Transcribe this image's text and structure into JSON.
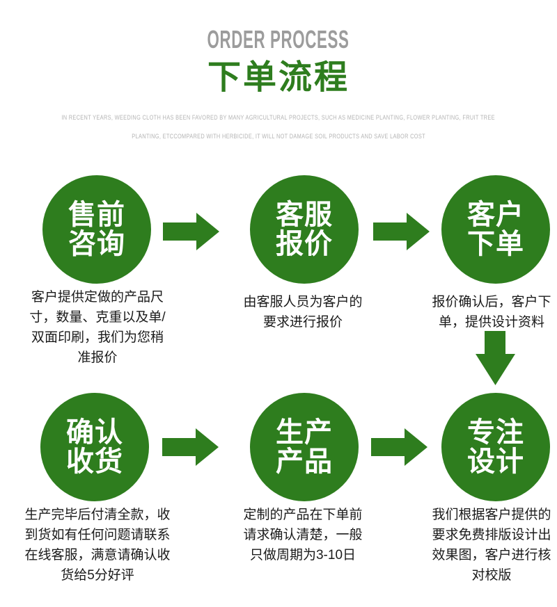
{
  "header": {
    "title_en": "ORDER PROCESS",
    "title_zh": "下单流程",
    "subtitle_line1": "IN RECENT YEARS, WEEDING CLOTH HAS BEEN FAVORED BY MANY AGRICULTURAL PROJECTS, SUCH AS MEDICINE PLANTING, FLOWER PLANTING, FRUIT TREE",
    "subtitle_line2": "PLANTING, ETCCOMPARED WITH HERBICIDE, IT WILL NOT DAMAGE SOIL PRODUCTS AND SAVE LABOR COST"
  },
  "steps": [
    {
      "label": [
        "售前",
        "咨询"
      ],
      "desc": [
        "客户提供定做的产品尺",
        "寸，数量、克重以及单/",
        "双面印刷，我们为您稍",
        "准报价"
      ]
    },
    {
      "label": [
        "客服",
        "报价"
      ],
      "desc": [
        "由客服人员为客户的",
        "要求进行报价"
      ]
    },
    {
      "label": [
        "客户",
        "下单"
      ],
      "desc": [
        "报价确认后，客户下",
        "单，提供设计资料"
      ]
    },
    {
      "label": [
        "确认",
        "收货"
      ],
      "desc": [
        "生产完毕后付清全款，收",
        "到货如有任何问题请联系",
        "在线客服，满意请确认收",
        "货给5分好评"
      ]
    },
    {
      "label": [
        "生产",
        "产品"
      ],
      "desc": [
        "定制的产品在下单前",
        "请求确认清楚，一般",
        "只做周期为3-10日"
      ]
    },
    {
      "label": [
        "专注",
        "设计"
      ],
      "desc": [
        "我们根据客户提供的",
        "要求免费排版设计出",
        "效果图，客户进行核",
        "对校版"
      ]
    }
  ],
  "icons": {
    "flow_arrow_right": "➡",
    "flow_arrow_down": "⬇"
  },
  "colors": {
    "green": "#2e7d1e",
    "title_gray": "#9c9c9c",
    "subtitle_gray": "#b4b4b4",
    "text": "#1a1a1a",
    "circle_text": "#ffffff",
    "background": "#ffffff"
  }
}
